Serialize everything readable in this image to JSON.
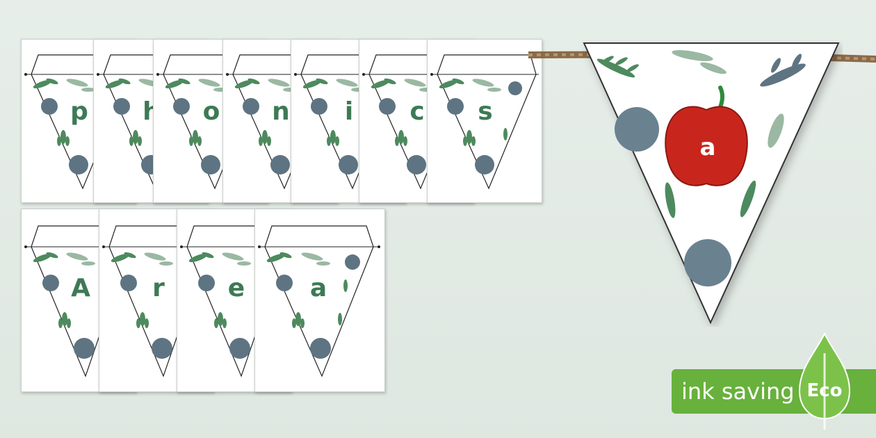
{
  "sheets_row1": [
    {
      "letter": "p"
    },
    {
      "letter": "h"
    },
    {
      "letter": "o"
    },
    {
      "letter": "n"
    },
    {
      "letter": "i"
    },
    {
      "letter": "c"
    },
    {
      "letter": "s"
    }
  ],
  "sheets_row2": [
    {
      "letter": "A"
    },
    {
      "letter": "r"
    },
    {
      "letter": "e"
    },
    {
      "letter": "a"
    }
  ],
  "big_pennant": {
    "letter": "a",
    "apple_color": "#c8261d",
    "apple_stem_color": "#2f8a3a"
  },
  "badge": {
    "label": "ink saving",
    "word": "Eco",
    "color": "#68b13c"
  },
  "colors": {
    "letter_green": "#3d7a55",
    "leaf_green": "#4d8a5e",
    "leaf_sage": "#9ab8a2",
    "leaf_slate": "#5e7482",
    "rope": "#9b7a55"
  },
  "icons": [
    "leaf-icon",
    "monstera-leaf-icon",
    "fern-icon",
    "apple-icon",
    "eco-leaf-icon"
  ]
}
